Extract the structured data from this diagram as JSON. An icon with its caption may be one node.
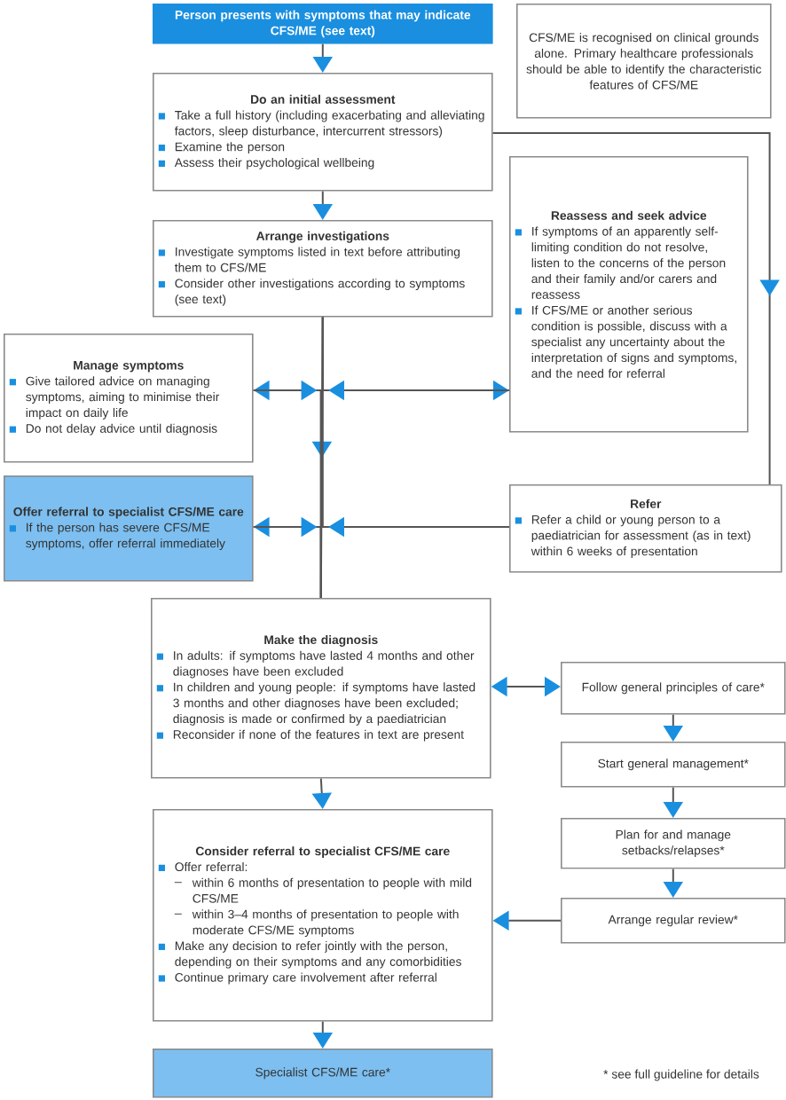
{
  "diagram": {
    "nodes": [
      {
        "text": [
          "Person presents with symptoms that may indicate CFS/ME (see text)"
        ]
      },
      {
        "text": [
          "CFS/ME is recognised on clinical grounds alone. Primary healthcare professionals should be able to identify the characteristic features of CFS/ME"
        ]
      },
      {
        "text": [
          "Do an initial assessment",
          "Take a full history (including exacerbating and alleviating factors, sleep disturbance, intercurrent stressors)",
          "Examine the person",
          "Assess their psychological wellbeing"
        ]
      },
      {
        "text": [
          "Arrange investigations",
          "Investigate symptoms listed in text before attributing them to CFS/ME",
          "Consider other investigations according to symptoms (see text)"
        ]
      },
      {
        "text": [
          "Reassess and seek advice",
          "If symptoms of an apparently self-limiting condition do not resolve, listen to the concerns of the person and their family and/or carers and reassess",
          "If CFS/ME or another serious condition is possible, discuss with a specialist any uncertainty about the interpretation of signs and symptoms, and the need for referral"
        ]
      },
      {
        "text": [
          "Manage symptoms",
          "Give tailored advice on managing symptoms, aiming to minimise their impact on daily life",
          "Do not delay advice until diagnosis"
        ]
      },
      {
        "text": [
          "Offer referral to specialist CFS/ME care",
          "If the person has severe CFS/ME symptoms, offer referral immediately"
        ]
      },
      {
        "text": [
          "Refer",
          "Refer a child or young person to a paediatrician for assessment (as in text) within 6 weeks of presentation"
        ]
      },
      {
        "text": [
          "Make the diagnosis",
          "In adults: if symptoms have lasted 4 months and other diagnoses have been excluded",
          "In children and young people: if symptoms have lasted 3 months and other diagnoses have been excluded; diagnosis is made or confirmed by a paediatrician",
          "Reconsider if none of the features in text are present"
        ]
      },
      {
        "text": [
          "Follow general principles of care*"
        ]
      },
      {
        "text": [
          "Start general management*"
        ]
      },
      {
        "text": [
          "Plan for and manage setbacks/relapses*"
        ]
      },
      {
        "text": [
          "Arrange regular review*"
        ]
      },
      {
        "text": [
          "Consider referral to specialist CFS/ME care",
          "Offer referral:",
          "within 6 months of presentation to people with mild CFS/ME",
          "within 3–4 months of presentation to people with moderate CFS/ME symptoms",
          "Make any decision to refer jointly with the person, depending on their symptoms and any comorbidities",
          "Continue primary care involvement after referral"
        ]
      },
      {
        "text": [
          "Specialist CFS/ME care*"
        ]
      }
    ],
    "edges": [
      {
        "from": 0,
        "to": 2,
        "arrow": "to"
      },
      {
        "from": 2,
        "to": 3,
        "arrow": "to"
      },
      {
        "from": 3,
        "to": 8,
        "arrow": "to"
      },
      {
        "from": 3,
        "to": 5,
        "arrow": "to"
      },
      {
        "from": 3,
        "to": 4,
        "arrow": "to"
      },
      {
        "from": 3,
        "to": 6,
        "arrow": "to"
      },
      {
        "from": 7,
        "to": 8,
        "arrow": "to"
      },
      {
        "from": 2,
        "to": 7,
        "arrow": "to"
      },
      {
        "from": 8,
        "to": 9,
        "arrow": "both"
      },
      {
        "from": 9,
        "to": 10,
        "arrow": "to"
      },
      {
        "from": 10,
        "to": 11,
        "arrow": "to"
      },
      {
        "from": 11,
        "to": 12,
        "arrow": "to"
      },
      {
        "from": 12,
        "to": 13,
        "arrow": "to"
      },
      {
        "from": 8,
        "to": 13,
        "arrow": "to"
      },
      {
        "from": 13,
        "to": 14,
        "arrow": "to"
      },
      {
        "from": 5,
        "to": 8,
        "arrow": "to"
      },
      {
        "from": 4,
        "to": 8,
        "arrow": "to"
      },
      {
        "from": 6,
        "to": 8,
        "arrow": "to"
      }
    ],
    "labels": [
      "* see full guideline for details"
    ]
  }
}
